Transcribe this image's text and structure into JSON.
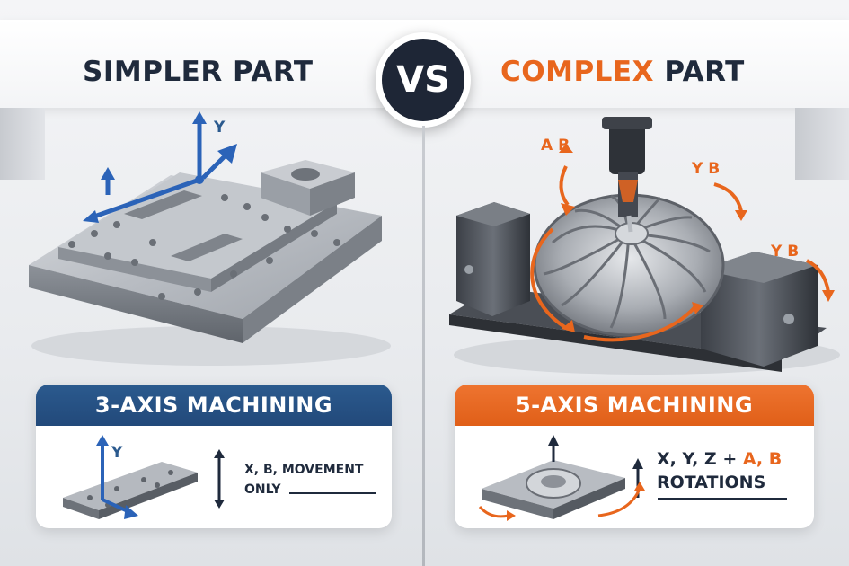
{
  "header": {
    "left_title": "SIMPLER PART",
    "vs": "VS",
    "right_title_accent": "COMPLEX",
    "right_title_rest": "PART"
  },
  "left_scene": {
    "axis_y": "Y"
  },
  "right_scene": {
    "axis_ab": "A B",
    "axis_yb_top": "Y B",
    "axis_yb_right": "Y B"
  },
  "left_card": {
    "title": "3-AXIS MACHINING",
    "axis_y": "Y",
    "desc_line1": "X, B, MOVEMENT",
    "desc_line2": "ONLY"
  },
  "right_card": {
    "title": "5-AXIS MACHINING",
    "desc_line1_main": "X, Y, Z + ",
    "desc_line1_accent": "A, B",
    "desc_line2": "ROTATIONS"
  },
  "colors": {
    "navy": "#1f2a3c",
    "blue": "#2b5a8e",
    "orange": "#e8661d"
  }
}
